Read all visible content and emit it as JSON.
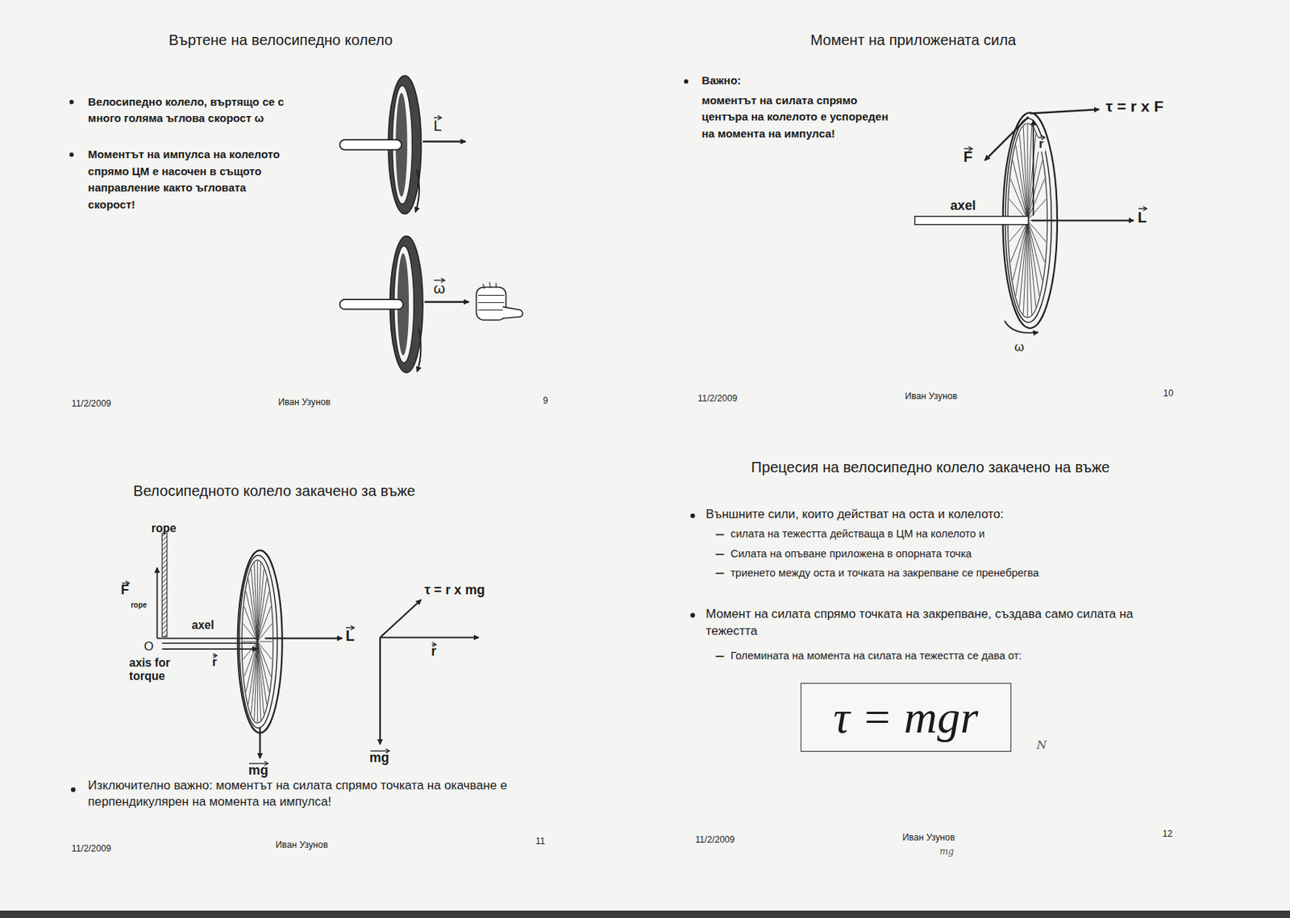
{
  "diagram": {
    "nodes": [
      {
        "text": [
          "τ = mgr"
        ]
      }
    ],
    "labels": [
      "Въртене на велосипедно колело",
      "Велосипедно колело, въртящо се с много голяма ъглова скорост ω",
      "Моментът на импулса на колелото спрямо ЦМ е насочен в същото направление както ъгловата скорост!",
      "L",
      "ω",
      "11/2/2009",
      "Иван Узунов",
      "9",
      "Момент на приложената сила",
      "Важно:",
      "моментът на силата спрямо центъра на колелото е успореден на момента на импулса!",
      "τ = r x F",
      "F",
      "r",
      "axel",
      "L",
      "ω",
      "11/2/2009",
      "Иван Узунов",
      "10",
      "Велосипедното колело закачено за въже",
      "rope",
      "F",
      "rope",
      "axel",
      "O",
      "axis for torque",
      "r",
      "L",
      "mg",
      "τ = r x mg",
      "r",
      "mg",
      "Изключително важно: моментът на силата спрямо точката на окачване е перпендикулярен на момента на импулса!",
      "11/2/2009",
      "Иван Узунов",
      "11",
      "Прецесия на велосипедно колело закачено на въже",
      "Външните сили, които действат на оста и колелото:",
      "силата на тежестта действаща в ЦМ на колелото и",
      "Силата на опъване приложена в опорната точка",
      "триенето между оста и точката на закрепване се пренебрегва",
      "Момент на силата спрямо точката на закрепване, създава само силата на тежестта",
      "Големината на момента на силата на тежестта се дава от:",
      "N",
      "11/2/2009",
      "Иван Узунов",
      "mg",
      "12"
    ]
  }
}
